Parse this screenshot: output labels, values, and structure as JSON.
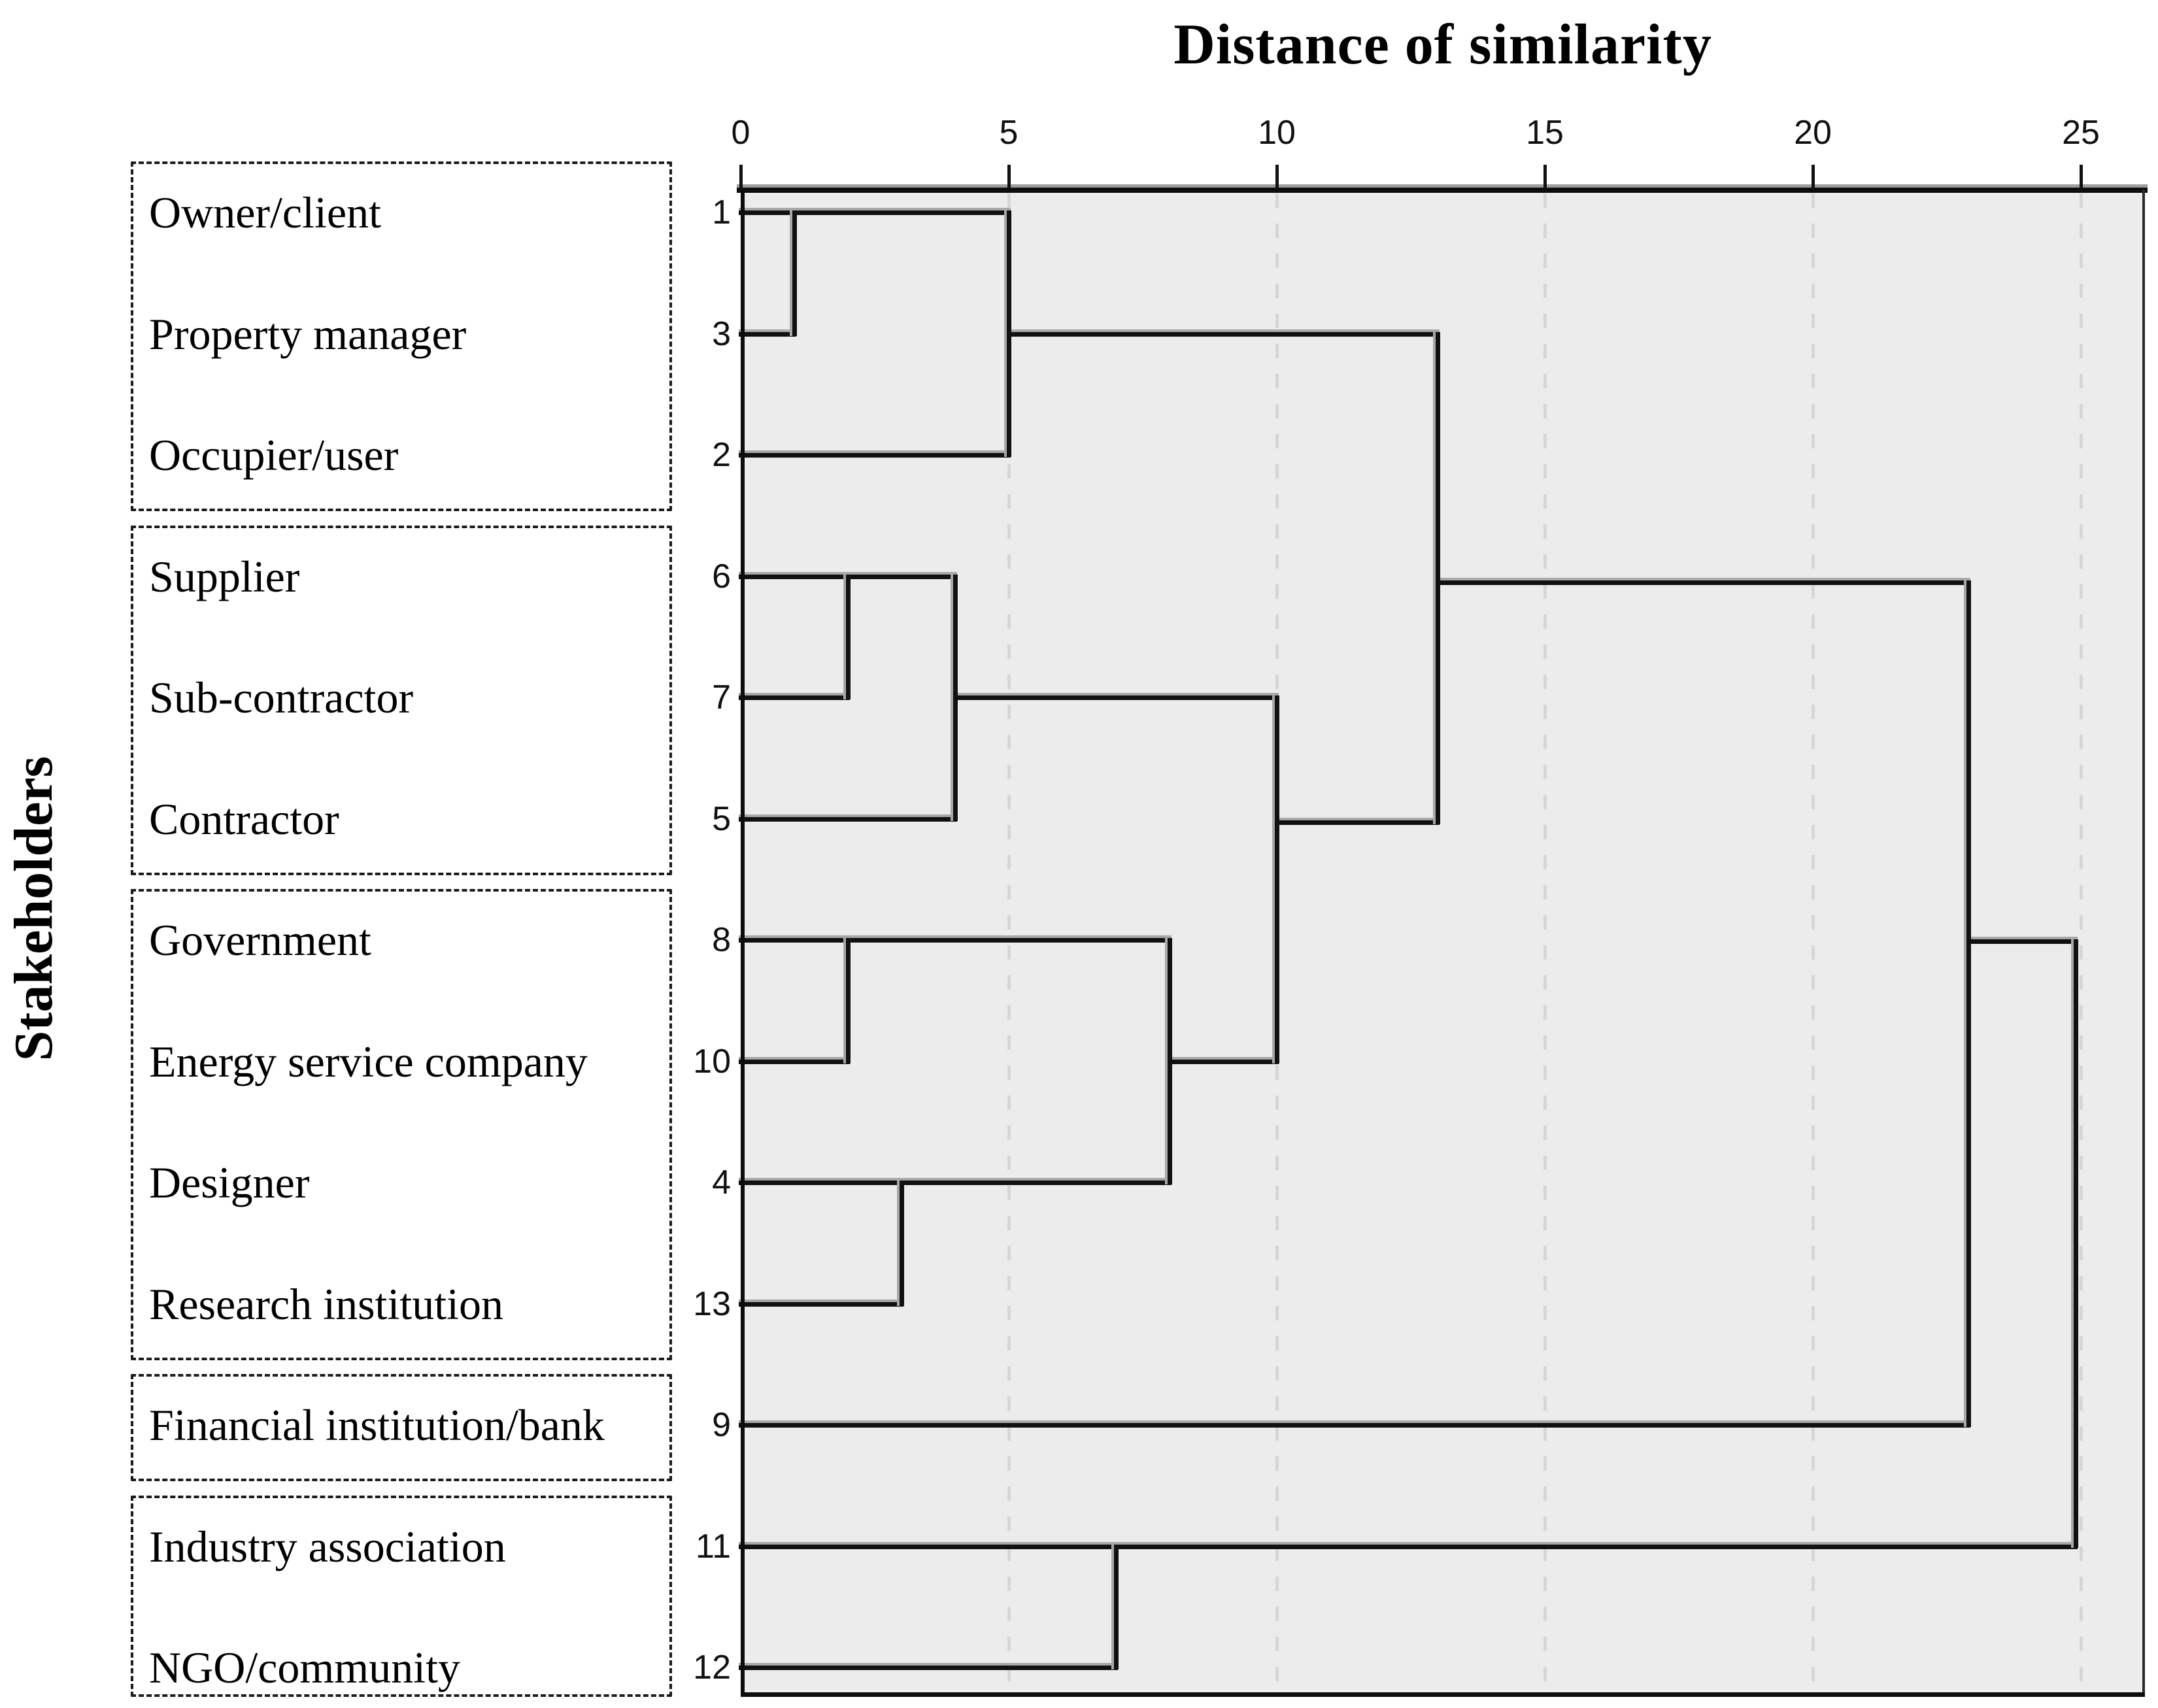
{
  "title": "Distance of similarity",
  "y_axis_title": "Stakeholders",
  "chart_data": {
    "type": "dendrogram",
    "orientation": "horizontal",
    "title": "Distance of similarity",
    "xlabel": "Distance of similarity",
    "ylabel": "Stakeholders",
    "x_ticks": [
      0,
      5,
      10,
      15,
      20,
      25
    ],
    "x_range": [
      0,
      26.2
    ],
    "grid": {
      "style": "dashed-vertical",
      "at": [
        5,
        10,
        15,
        20,
        25
      ],
      "color": "#d6d6d6"
    },
    "legend": "none",
    "leaves": [
      {
        "pos": 1,
        "id": "1",
        "label": "Owner/client"
      },
      {
        "pos": 2,
        "id": "3",
        "label": "Property manager"
      },
      {
        "pos": 3,
        "id": "2",
        "label": "Occupier/user"
      },
      {
        "pos": 4,
        "id": "6",
        "label": "Supplier"
      },
      {
        "pos": 5,
        "id": "7",
        "label": "Sub-contractor"
      },
      {
        "pos": 6,
        "id": "5",
        "label": "Contractor"
      },
      {
        "pos": 7,
        "id": "8",
        "label": "Government"
      },
      {
        "pos": 8,
        "id": "10",
        "label": "Energy service company"
      },
      {
        "pos": 9,
        "id": "4",
        "label": "Designer"
      },
      {
        "pos": 10,
        "id": "13",
        "label": "Research institution"
      },
      {
        "pos": 11,
        "id": "9",
        "label": "Financial institution/bank"
      },
      {
        "pos": 12,
        "id": "11",
        "label": "Industry association"
      },
      {
        "pos": 13,
        "id": "12",
        "label": "NGO/community"
      }
    ],
    "groups": [
      {
        "members": [
          "Owner/client",
          "Property manager",
          "Occupier/user"
        ],
        "from_pos": 1,
        "to_pos": 3
      },
      {
        "members": [
          "Supplier",
          "Sub-contractor",
          "Contractor"
        ],
        "from_pos": 4,
        "to_pos": 6
      },
      {
        "members": [
          "Government",
          "Energy service company",
          "Designer",
          "Research institution"
        ],
        "from_pos": 7,
        "to_pos": 10
      },
      {
        "members": [
          "Financial institution/bank"
        ],
        "from_pos": 11,
        "to_pos": 11
      },
      {
        "members": [
          "Industry association",
          "NGO/community"
        ],
        "from_pos": 12,
        "to_pos": 13
      }
    ],
    "merges": [
      {
        "between": [
          "1",
          "3"
        ],
        "distance": 1
      },
      {
        "between": [
          "6",
          "7"
        ],
        "distance": 2
      },
      {
        "between": [
          "8",
          "10"
        ],
        "distance": 2
      },
      {
        "between": [
          "4",
          "13"
        ],
        "distance": 3
      },
      {
        "between": [
          "(6,7)",
          "5"
        ],
        "distance": 4
      },
      {
        "between": [
          "(1,3)",
          "2"
        ],
        "distance": 5
      },
      {
        "between": [
          "11",
          "12"
        ],
        "distance": 7
      },
      {
        "between": [
          "(8,10)",
          "(4,13)"
        ],
        "distance": 8
      },
      {
        "between": [
          "(6,7,5)",
          "(8,10,4,13)"
        ],
        "distance": 10
      },
      {
        "between": [
          "(1,3,2)",
          "(6,7,5,8,10,4,13)"
        ],
        "distance": 13
      },
      {
        "between": [
          "(1,3,2,6,7,5,8,10,4,13)",
          "9"
        ],
        "distance": 22.9
      },
      {
        "between": [
          "(1,3,2,6,7,5,8,10,4,13,9)",
          "(11,12)"
        ],
        "distance": 24.9
      }
    ],
    "segments": {
      "horizontal": [
        {
          "p": 1,
          "d1": 0,
          "d2": 5
        },
        {
          "p": 2,
          "d1": 0,
          "d2": 1
        },
        {
          "p": 3,
          "d1": 0,
          "d2": 5
        },
        {
          "p": 2,
          "d1": 5,
          "d2": 13
        },
        {
          "p": 4,
          "d1": 0,
          "d2": 4
        },
        {
          "p": 5,
          "d1": 0,
          "d2": 2
        },
        {
          "p": 6,
          "d1": 0,
          "d2": 4
        },
        {
          "p": 5,
          "d1": 4,
          "d2": 10
        },
        {
          "p": 7,
          "d1": 0,
          "d2": 8
        },
        {
          "p": 8,
          "d1": 0,
          "d2": 2
        },
        {
          "p": 9,
          "d1": 0,
          "d2": 8
        },
        {
          "p": 10,
          "d1": 0,
          "d2": 3
        },
        {
          "p": 8,
          "d1": 8,
          "d2": 10
        },
        {
          "p": 6.03,
          "d1": 10,
          "d2": 13
        },
        {
          "p": 4.05,
          "d1": 13,
          "d2": 22.9
        },
        {
          "p": 11,
          "d1": 0,
          "d2": 22.9
        },
        {
          "p": 7.01,
          "d1": 22.9,
          "d2": 24.9
        },
        {
          "p": 12,
          "d1": 0,
          "d2": 24.9
        },
        {
          "p": 13,
          "d1": 0,
          "d2": 7
        }
      ],
      "vertical": [
        {
          "d": 1,
          "p1": 1,
          "p2": 2
        },
        {
          "d": 5,
          "p1": 1,
          "p2": 3
        },
        {
          "d": 2,
          "p1": 4,
          "p2": 5
        },
        {
          "d": 4,
          "p1": 4,
          "p2": 6
        },
        {
          "d": 2,
          "p1": 7,
          "p2": 8
        },
        {
          "d": 3,
          "p1": 9,
          "p2": 10
        },
        {
          "d": 8,
          "p1": 7,
          "p2": 9
        },
        {
          "d": 10,
          "p1": 5,
          "p2": 8
        },
        {
          "d": 13,
          "p1": 2,
          "p2": 6.03
        },
        {
          "d": 22.9,
          "p1": 4.05,
          "p2": 11
        },
        {
          "d": 7,
          "p1": 12,
          "p2": 13
        },
        {
          "d": 24.9,
          "p1": 7.01,
          "p2": 12
        }
      ]
    },
    "colors": {
      "page_bg": "#ffffff",
      "plot_bg": "#ececec",
      "line": "#111111",
      "line_shadow": "#a8a8a8",
      "grid": "#d6d6d6",
      "text": "#000000"
    }
  }
}
